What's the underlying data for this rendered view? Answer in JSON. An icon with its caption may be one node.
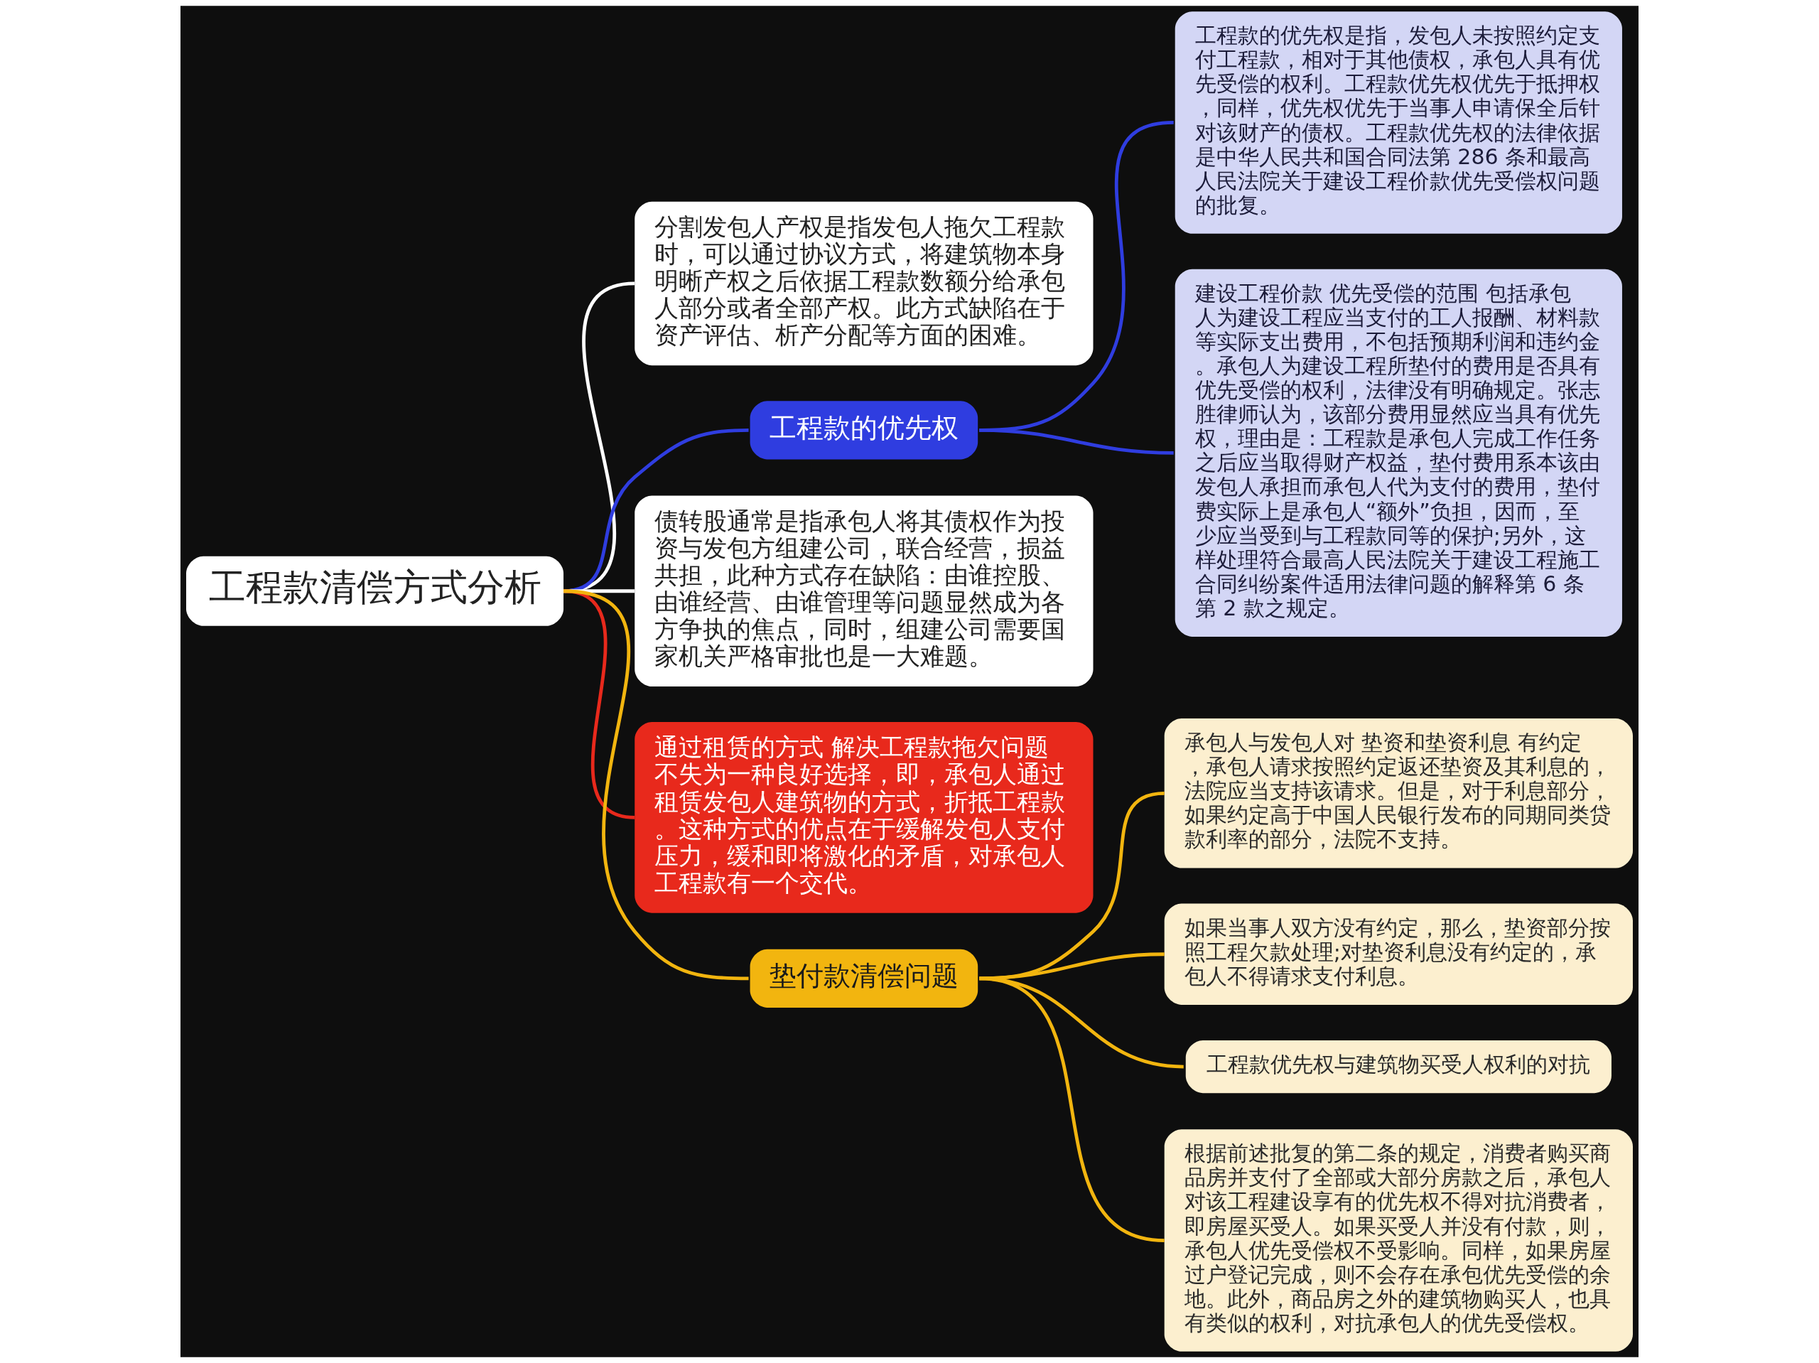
{
  "diagram": {
    "nodes": [
      {
        "text": [
          "工程款清偿方式分析"
        ]
      },
      {
        "text": [
          "分割发包人产权是指发包人拖欠工程款时，可以通过协议方式，将建筑物本身明晰产权之后依据工程款数额分给承包人部分或者全部产权。此方式缺陷在于资产评估、析产分配等方面的困难。"
        ]
      },
      {
        "text": [
          "工程款的优先权"
        ]
      },
      {
        "text": [
          "工程款的优先权是指，发包人未按照约定支付工程款，相对于其他债权，承包人具有优先受偿的权利。工程款优先权优先于抵押权，同样，优先权优先于当事人申请保全后针对该财产的债权。工程款优先权的法律依据是中华人民共和国合同法第 286 条和最高人民法院关于建设工程价款优先受偿权问题的批复。"
        ]
      },
      {
        "text": [
          "建设工程价款 优先受偿的范围 包括承包人为建设工程应当支付的工人报酬、材料款等实际支出费用，不包括预期利润和违约金。承包人为建设工程所垫付的费用是否具有优先受偿的权利，法律没有明确规定。张志胜律师认为，该部分费用显然应当具有优先权，理由是：工程款是承包人完成工作任务之后应当取得财产权益，垫付费用系本该由发包人承担而承包人代为支付的费用，垫付费实际上是承包人“额外”负担，因而，至少应当受到与工程款同等的保护;另外，这样处理符合最高人民法院关于建设工程施工合同纠纷案件适用法律问题的解释第 6 条第 2 款之规定。"
        ]
      },
      {
        "text": [
          "债转股通常是指承包人将其债权作为投资与发包方组建公司，联合经营，损益共担，此种方式存在缺陷：由谁控股、由谁经营、由谁管理等问题显然成为各方争执的焦点，同时，组建公司需要国家机关严格审批也是一大难题。"
        ]
      },
      {
        "text": [
          "通过租赁的方式 解决工程款拖欠问题不失为一种良好选择，即，承包人通过租赁发包人建筑物的方式，折抵工程款。这种方式的优点在于缓解发包人支付压力，缓和即将激化的矛盾，对承包人工程款有一个交代。"
        ]
      },
      {
        "text": [
          "垫付款清偿问题"
        ]
      },
      {
        "text": [
          "承包人与发包人对 垫资和垫资利息 有约定，承包人请求按照约定返还垫资及其利息的，法院应当支持该请求。但是，对于利息部分，如果约定高于中国人民银行发布的同期同类贷款利率的部分，法院不支持。"
        ]
      },
      {
        "text": [
          "如果当事人双方没有约定，那么，垫资部分按照工程欠款处理;对垫资利息没有约定的，承包人不得请求支付利息。"
        ]
      },
      {
        "text": [
          "工程款优先权与建筑物买受人权利的对抗"
        ]
      },
      {
        "text": [
          "根据前述批复的第二条的规定，消费者购买商品房并支付了全部或大部分房款之后，承包人对该工程建设享有的优先权不得对抗消费者，即房屋买受人。如果买受人并没有付款，则，承包人优先受偿权不受影响。同样，如果房屋过户登记完成，则不会存在承包优先受偿的余地。此外，商品房之外的建筑物购买人，也具有类似的权利，对抗承包人的优先受偿权。"
        ]
      }
    ],
    "edges": [
      {
        "from": 0,
        "to": 1,
        "arrow": "none",
        "color": "#ffffff"
      },
      {
        "from": 0,
        "to": 2,
        "arrow": "none",
        "color": "#2f3de0"
      },
      {
        "from": 2,
        "to": 3,
        "arrow": "none",
        "color": "#2f3de0"
      },
      {
        "from": 2,
        "to": 4,
        "arrow": "none",
        "color": "#2f3de0"
      },
      {
        "from": 0,
        "to": 5,
        "arrow": "none",
        "color": "#ffffff"
      },
      {
        "from": 0,
        "to": 6,
        "arrow": "none",
        "color": "#e8291c"
      },
      {
        "from": 0,
        "to": 7,
        "arrow": "none"
      },
      {
        "from": 7,
        "to": 8,
        "arrow": "none"
      },
      {
        "from": 7,
        "to": 9,
        "arrow": "none"
      },
      {
        "from": 7,
        "to": 10,
        "arrow": "none"
      },
      {
        "from": 7,
        "to": 11,
        "arrow": "none"
      }
    ]
  }
}
